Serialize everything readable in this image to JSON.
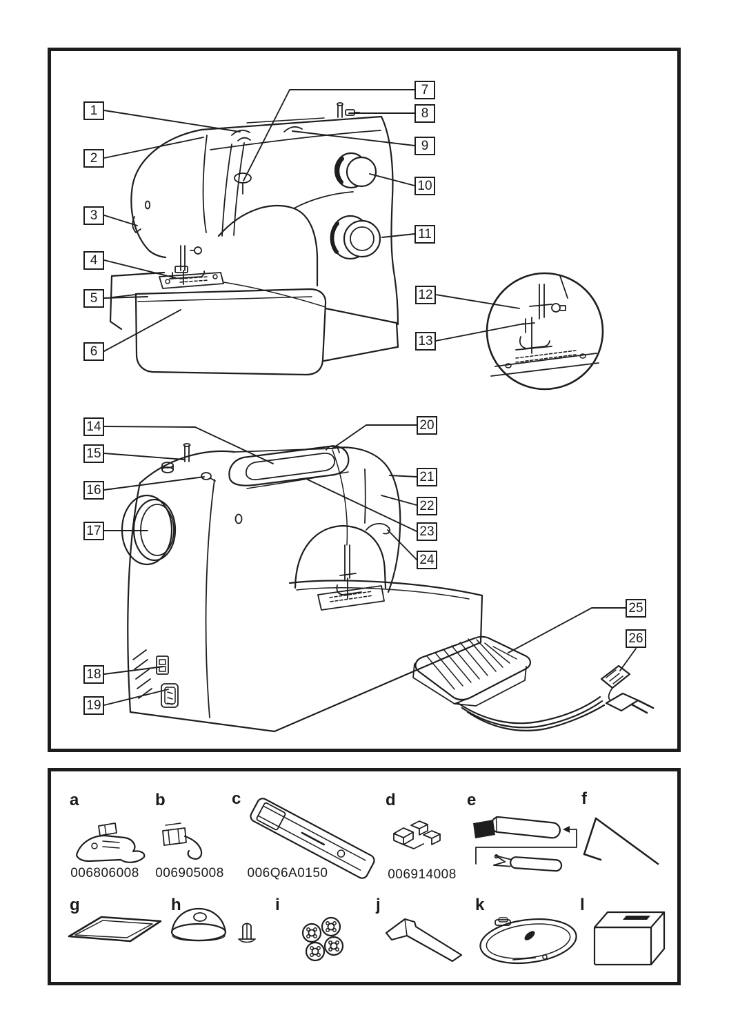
{
  "colors": {
    "ink": "#1e1e1e",
    "paper": "#ffffff"
  },
  "callouts": {
    "figure1": [
      "1",
      "2",
      "3",
      "4",
      "5",
      "6",
      "7",
      "8",
      "9",
      "10",
      "11",
      "12",
      "13"
    ],
    "figure2": [
      "14",
      "15",
      "16",
      "17",
      "18",
      "19",
      "20",
      "21",
      "22",
      "23",
      "24",
      "25",
      "26"
    ]
  },
  "accessories": {
    "row1": [
      {
        "letter": "a",
        "part": "006806008"
      },
      {
        "letter": "b",
        "part": "006905008"
      },
      {
        "letter": "c",
        "part": "006Q6A0150"
      },
      {
        "letter": "d",
        "part": "006914008"
      },
      {
        "letter": "e"
      },
      {
        "letter": "f"
      }
    ],
    "row2": [
      {
        "letter": "g"
      },
      {
        "letter": "h"
      },
      {
        "letter": "i"
      },
      {
        "letter": "j"
      },
      {
        "letter": "k"
      },
      {
        "letter": "l"
      }
    ]
  }
}
